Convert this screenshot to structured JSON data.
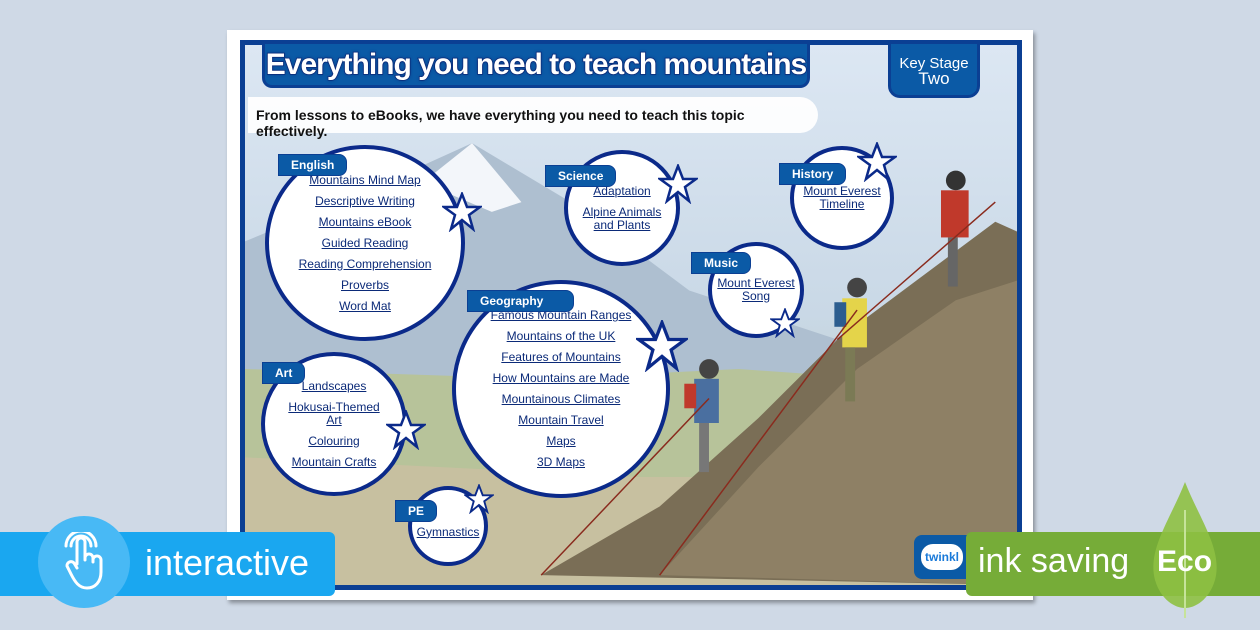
{
  "poster": {
    "title": "Everything you need to teach mountains",
    "key_stage_line1": "Key Stage",
    "key_stage_line2": "Two",
    "subtitle": "From lessons to eBooks, we have everything you need to teach this topic effectively."
  },
  "sections": {
    "english": {
      "label": "English",
      "links": [
        "Mountains Mind Map",
        "Descriptive Writing",
        "Mountains eBook",
        "Guided Reading",
        "Reading Comprehension",
        "Proverbs",
        "Word Mat"
      ]
    },
    "science": {
      "label": "Science",
      "links": [
        "Adaptation",
        "Alpine Animals and Plants"
      ]
    },
    "history": {
      "label": "History",
      "links": [
        "Mount Everest Timeline"
      ]
    },
    "music": {
      "label": "Music",
      "links": [
        "Mount Everest Song"
      ]
    },
    "geography": {
      "label": "Geography",
      "links": [
        "Famous Mountain Ranges",
        "Mountains of the UK",
        "Features of Mountains",
        "How Mountains are Made",
        "Mountainous Climates",
        "Mountain Travel",
        "Maps",
        "3D Maps"
      ]
    },
    "art": {
      "label": "Art",
      "links": [
        "Landscapes",
        "Hokusai-Themed Art",
        "Colouring",
        "Mountain Crafts"
      ]
    },
    "pe": {
      "label": "PE",
      "links": [
        "Gymnastics"
      ]
    }
  },
  "badges": {
    "interactive": "interactive",
    "ink_saving": "ink saving",
    "eco": "Eco",
    "logo": "twinkl"
  },
  "colors": {
    "navy": "#0b2a8a",
    "blue": "#0b5aa6",
    "interactive": "#1aa7f0",
    "eco": "#76ac38"
  },
  "icons": {
    "interactive": "hand-pointer-icon",
    "eco": "leaf-icon",
    "section": "star-icon"
  }
}
